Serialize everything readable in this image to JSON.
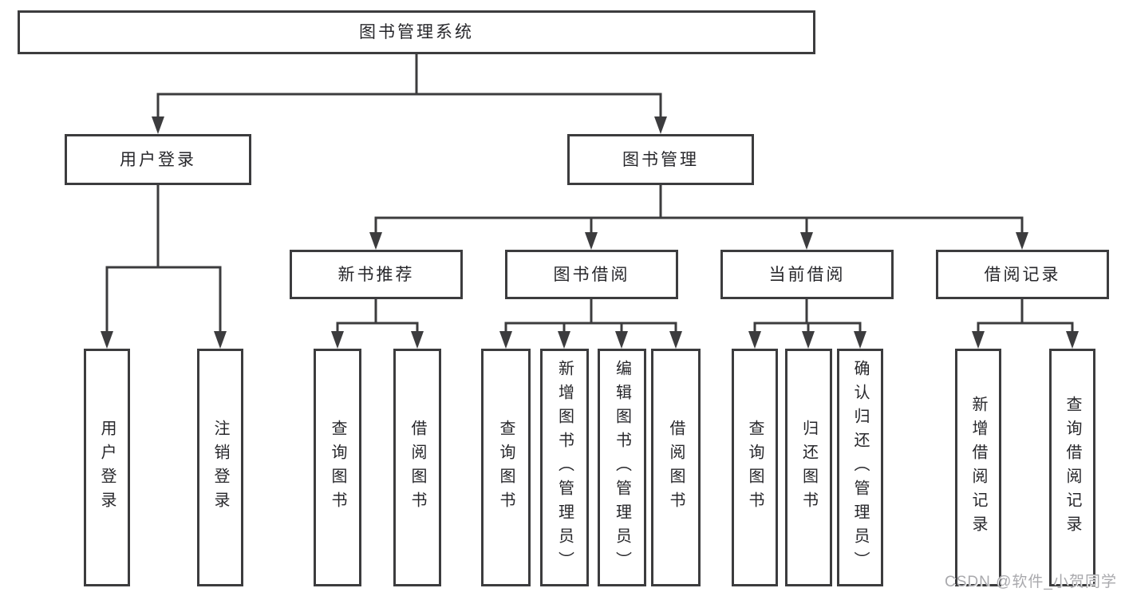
{
  "tree": {
    "label": "图书管理系统",
    "children": [
      {
        "label": "用户登录",
        "children": [
          {
            "label": "用户登录"
          },
          {
            "label": "注销登录"
          }
        ]
      },
      {
        "label": "图书管理",
        "children": [
          {
            "label": "新书推荐",
            "children": [
              {
                "label": "查询图书"
              },
              {
                "label": "借阅图书"
              }
            ]
          },
          {
            "label": "图书借阅",
            "children": [
              {
                "label": "查询图书"
              },
              {
                "label": "新增图书（管理员）"
              },
              {
                "label": "编辑图书（管理员）"
              },
              {
                "label": "借阅图书"
              }
            ]
          },
          {
            "label": "当前借阅",
            "children": [
              {
                "label": "查询图书"
              },
              {
                "label": "归还图书"
              },
              {
                "label": "确认归还（管理员）"
              }
            ]
          },
          {
            "label": "借阅记录",
            "children": [
              {
                "label": "新增借阅记录"
              },
              {
                "label": "查询借阅记录"
              }
            ]
          }
        ]
      }
    ]
  },
  "watermark": "CSDN @软件_小贺同学",
  "colors": {
    "line": "#3c3c3e",
    "box_border": "#3c3c3e",
    "text": "#27272b",
    "watermark": "#a9a9ad",
    "background": "#ffffff"
  }
}
